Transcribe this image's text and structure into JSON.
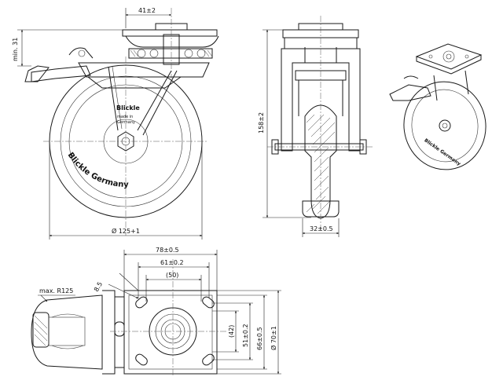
{
  "dimensions": {
    "plate_offset": "41±2",
    "min_height": "min. 31",
    "overall_height": "158±2",
    "wheel_diameter": "Ø 125+1",
    "wheel_width": "32±0.5",
    "plate_length": "78±0.5",
    "bolt_spacing_length": "61±0.2",
    "inner_length": "(50)",
    "bolt_hole": "8.5",
    "swivel_radius": "max. R125",
    "inner_width": "(42)",
    "bolt_spacing_width": "51±0.2",
    "plate_width": "66±0.5",
    "outer_width": "Ø 70±1"
  },
  "wheel_text": {
    "brand_arc": "Blickle Germany",
    "hub_logo": "Blickle",
    "hub_made_in": "made in",
    "hub_country": "Germany"
  }
}
